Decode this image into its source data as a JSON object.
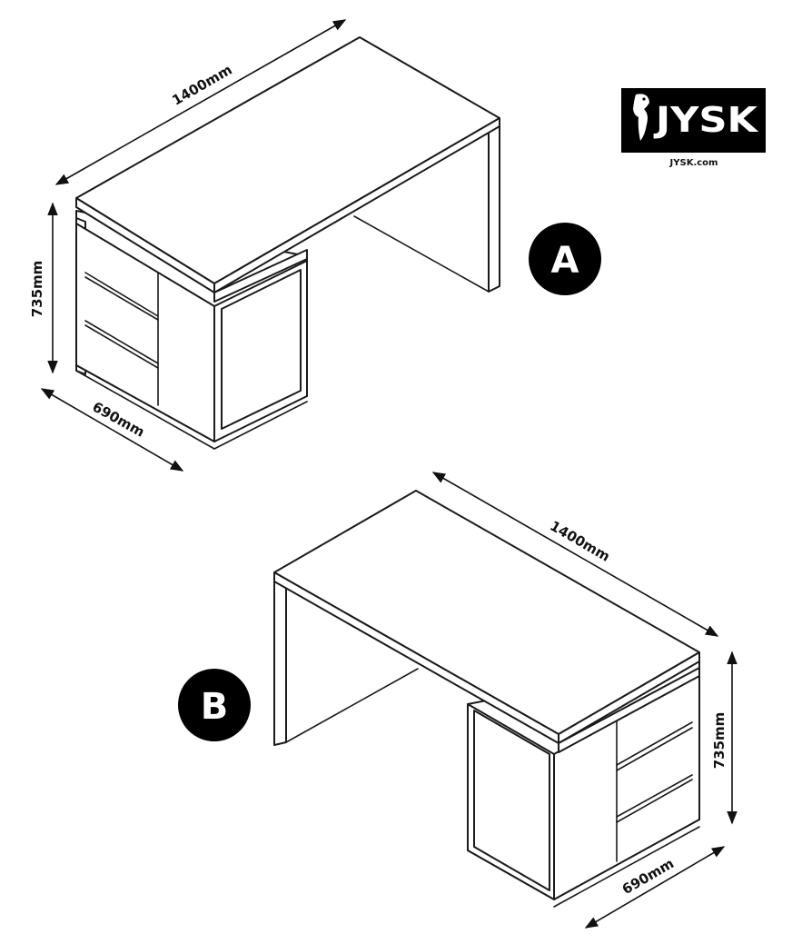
{
  "logo": {
    "brand": "JYSK",
    "url": "JYSK.com",
    "background": "#000000",
    "foreground": "#ffffff"
  },
  "variant_a": {
    "badge": "A",
    "width_label": "1400mm",
    "height_label": "735mm",
    "depth_label": "690mm"
  },
  "variant_b": {
    "badge": "B",
    "width_label": "1400mm",
    "height_label": "735mm",
    "depth_label": "690mm"
  },
  "colors": {
    "line": "#1a1a1a",
    "badge_fill": "#000000"
  }
}
